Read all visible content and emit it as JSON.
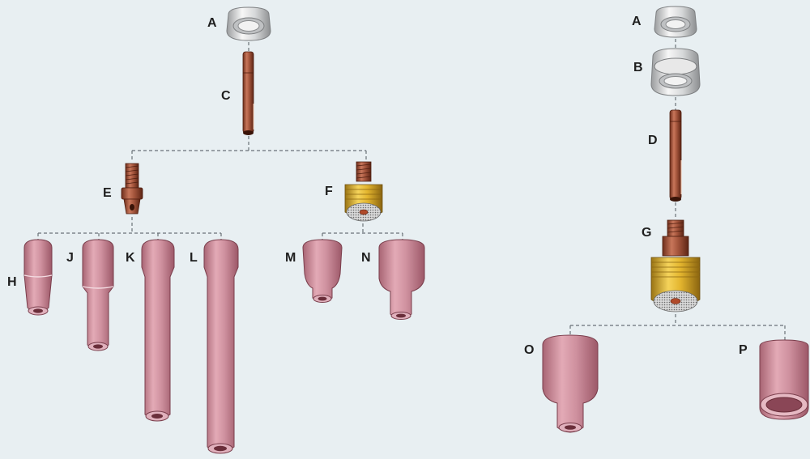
{
  "colors": {
    "background": "#e8eff2",
    "copper": "#a4553c",
    "ceramic": "#c98a98",
    "brass": "#e3b52e",
    "silver": "#d8dadb"
  },
  "labels": {
    "a_left": "A",
    "c": "C",
    "e": "E",
    "f": "F",
    "h": "H",
    "j": "J",
    "k": "K",
    "l": "L",
    "m": "M",
    "n": "N",
    "a_right": "A",
    "b": "B",
    "d": "D",
    "g": "G",
    "o": "O",
    "p": "P"
  }
}
